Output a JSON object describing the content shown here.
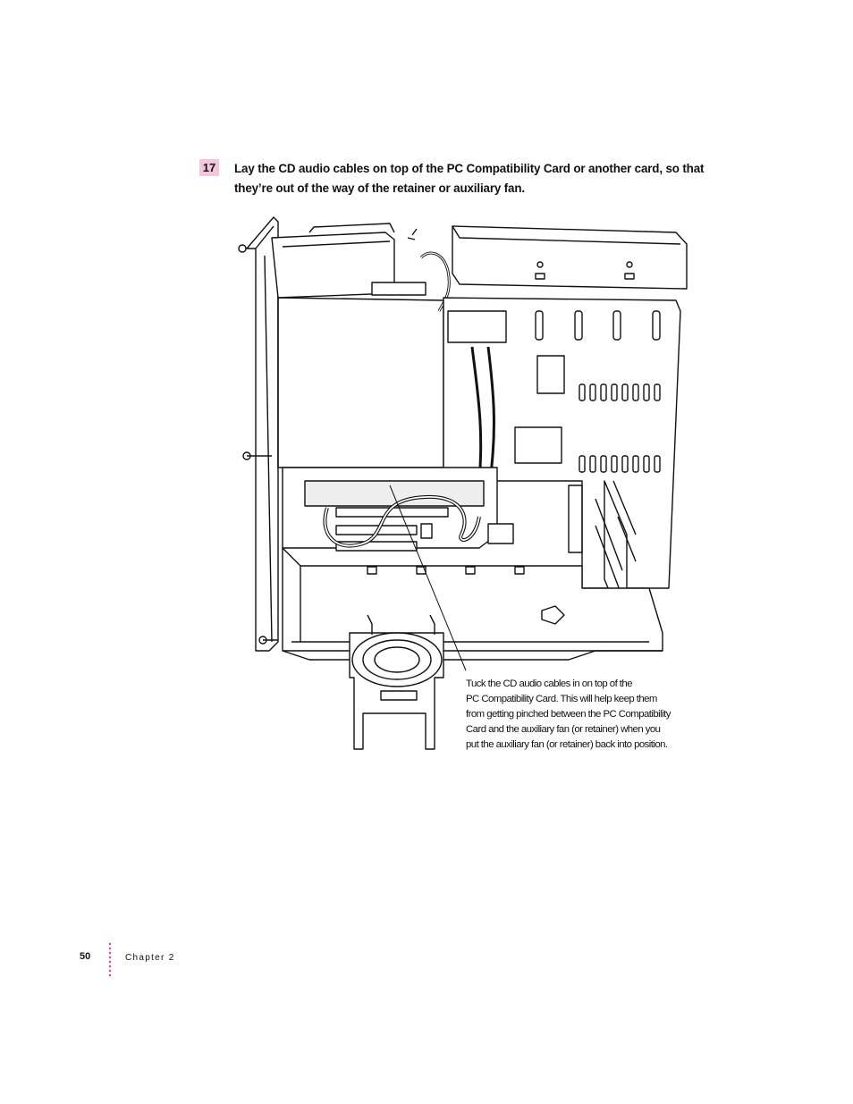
{
  "step": {
    "number": "17",
    "text": "Lay the CD audio cables on top of the PC Compatibility Card or another card, so that they’re out of the way of the retainer or auxiliary fan."
  },
  "callout": {
    "lines": [
      "Tuck the CD audio cables in on top of the",
      "PC Compatibility Card. This will help keep them",
      "from getting pinched between the PC Compatibility",
      "Card and the auxiliary fan (or retainer) when you",
      "put the auxiliary fan (or retainer) back into position."
    ]
  },
  "footer": {
    "page_number": "50",
    "chapter": "Chapter 2"
  },
  "colors": {
    "accent": "#f4c6de",
    "dots": "#e0399a"
  }
}
